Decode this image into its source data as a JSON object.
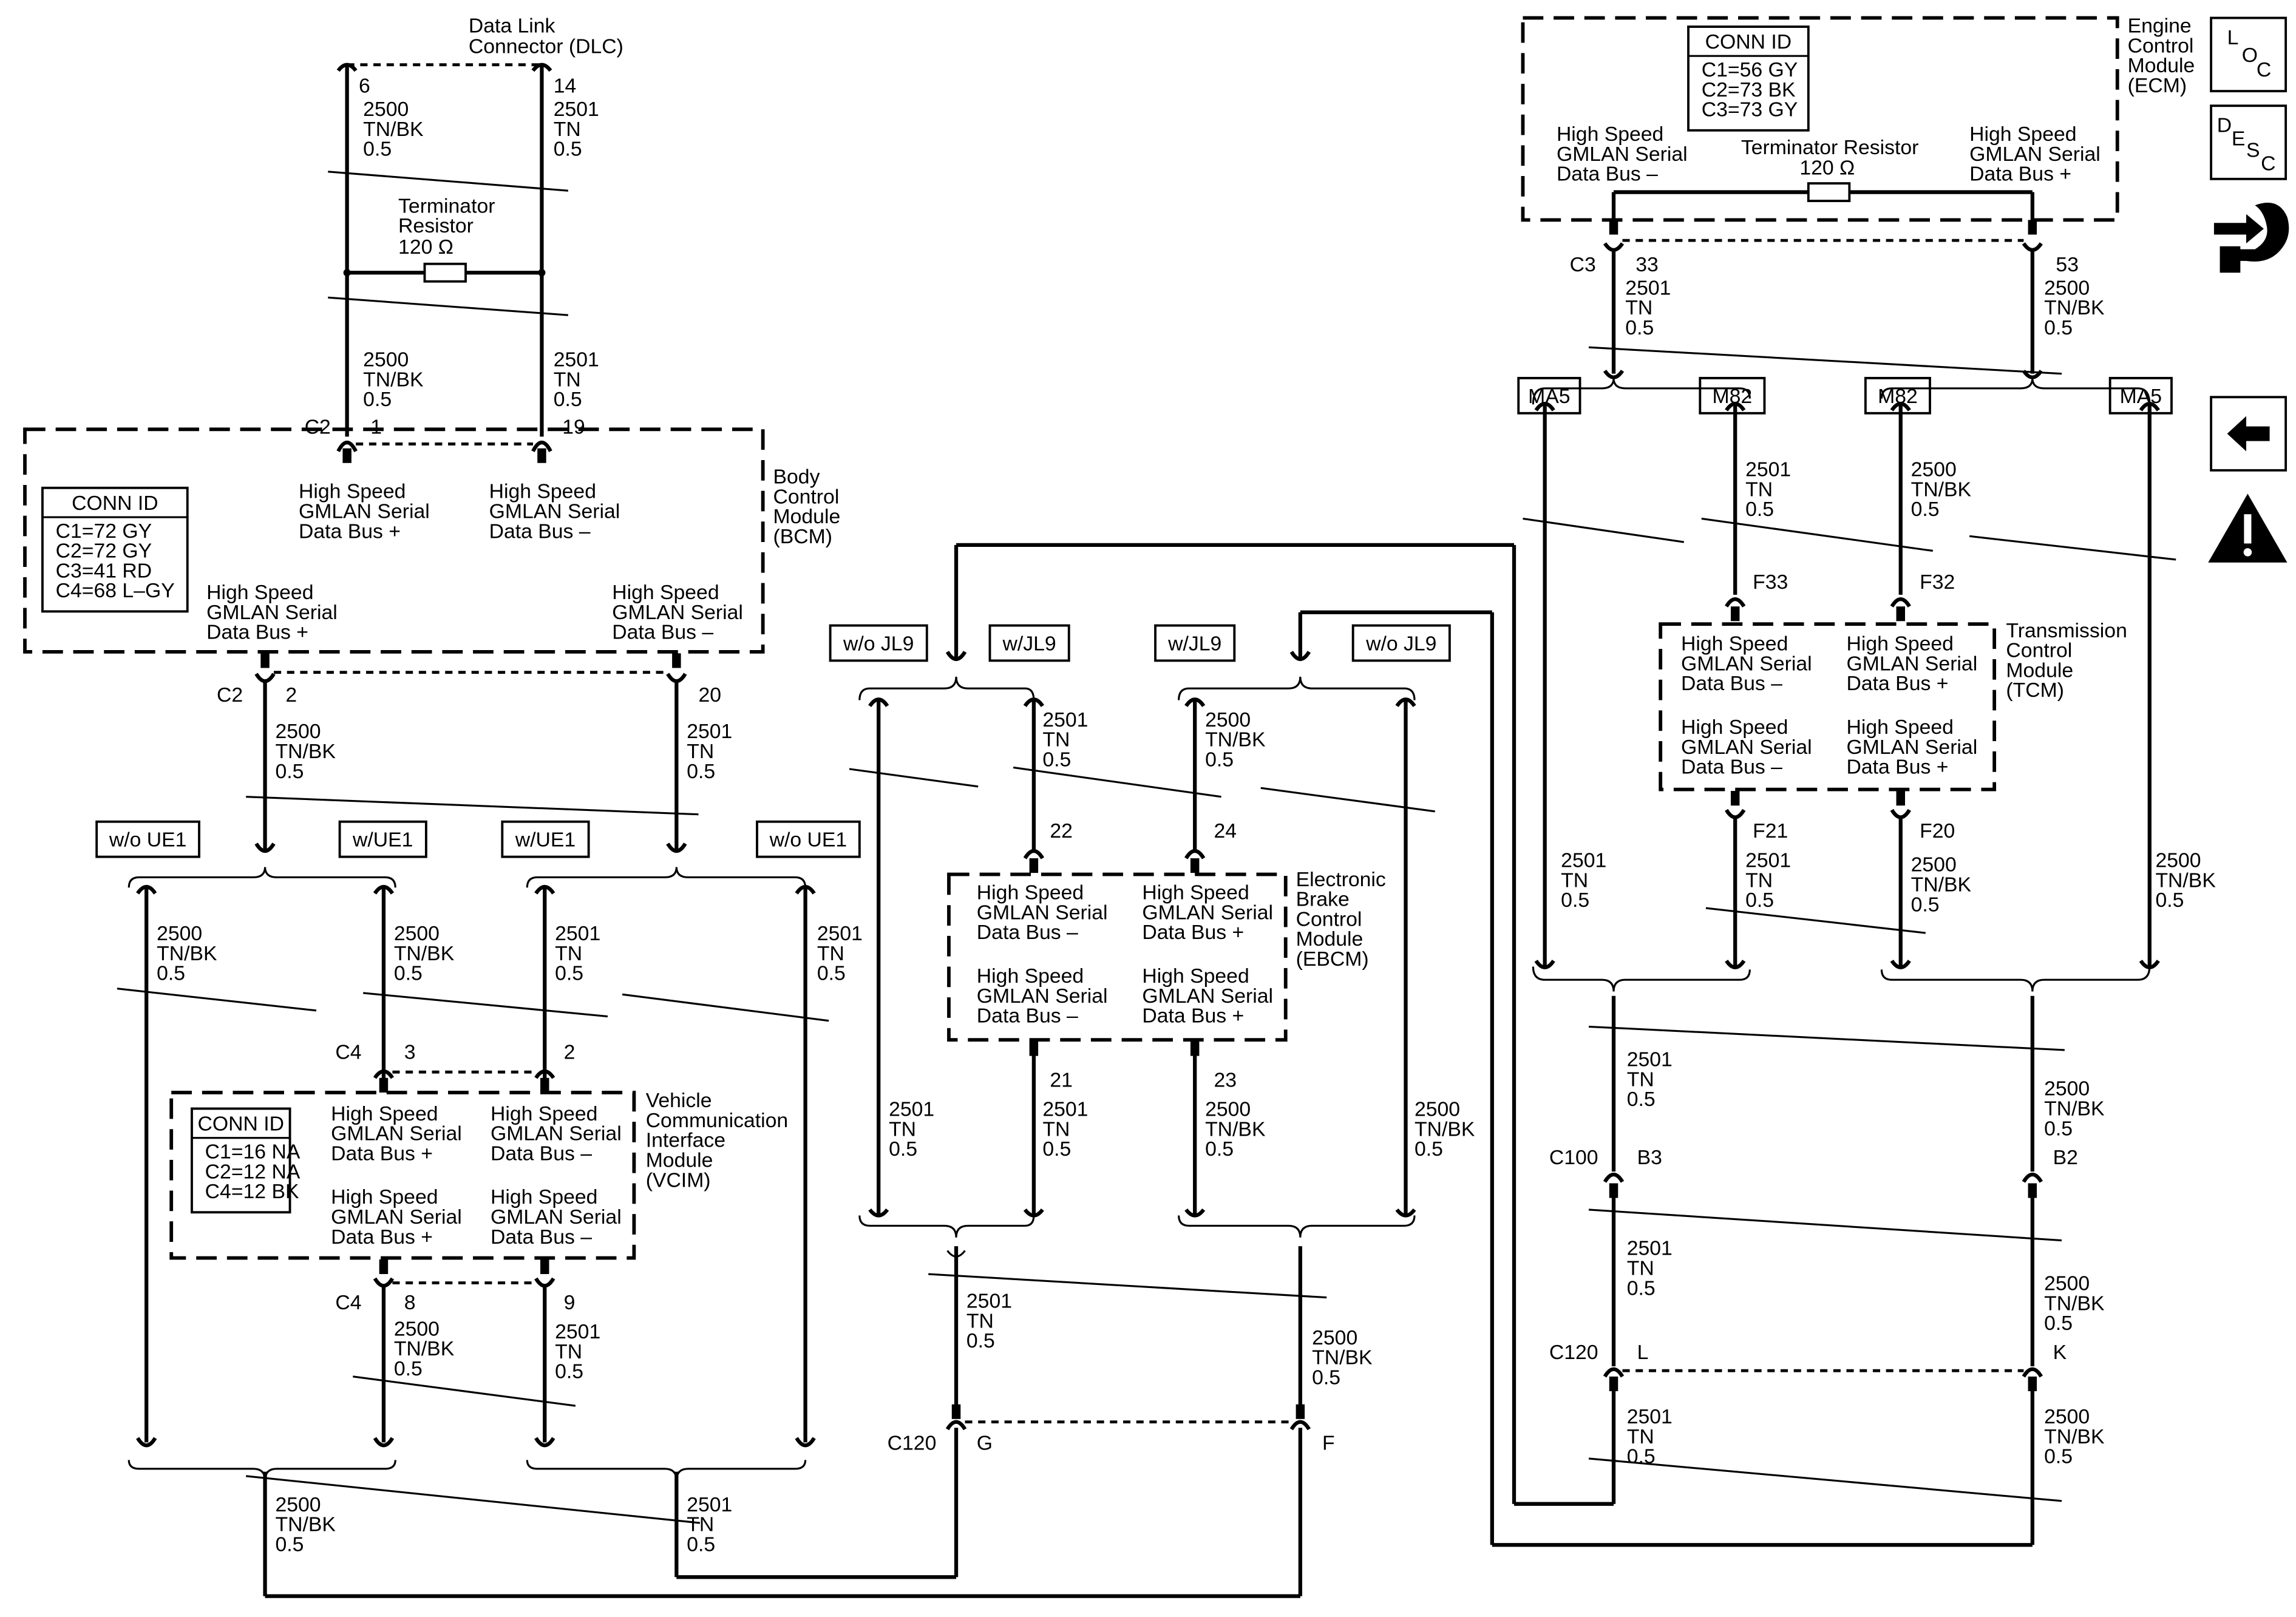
{
  "dlc": {
    "title": [
      "Data Link",
      "Connector (DLC)"
    ],
    "pin_left": "6",
    "pin_right": "14"
  },
  "wire_codes": {
    "neg": [
      "2500",
      "TN/BK",
      "0.5"
    ],
    "pos": [
      "2501",
      "TN",
      "0.5"
    ]
  },
  "terminator": {
    "label": [
      "Terminator",
      "Resistor"
    ],
    "value": "120 Ω",
    "ecm_label": "Terminator Resistor"
  },
  "bus": {
    "pos": [
      "High Speed",
      "GMLAN Serial",
      "Data Bus +"
    ],
    "neg": [
      "High Speed",
      "GMLAN Serial",
      "Data Bus –"
    ]
  },
  "bcm": {
    "name": [
      "Body",
      "Control",
      "Module",
      "(BCM)"
    ],
    "conn_header": "CONN ID",
    "conn_ids": [
      "C1=72 GY",
      "C2=72 GY",
      "C3=41 RD",
      "C4=68 L–GY"
    ],
    "top_conn": "C2",
    "top_pins": [
      "1",
      "19"
    ],
    "bottom_conn": "C2",
    "bottom_pins": [
      "2",
      "20"
    ]
  },
  "options": {
    "wo_ue1": "w/o UE1",
    "w_ue1": "w/UE1",
    "wo_jl9": "w/o JL9",
    "w_jl9": "w/JL9",
    "ma5": "MA5",
    "m82": "M82"
  },
  "vcim": {
    "name": [
      "Vehicle",
      "Communication",
      "Interface",
      "Module",
      "(VCIM)"
    ],
    "conn_header": "CONN ID",
    "conn_ids": [
      "C1=16 NA",
      "C2=12 NA",
      "C4=12 BK"
    ],
    "conn": "C4",
    "top_pins": [
      "3",
      "2"
    ],
    "bottom_pins": [
      "8",
      "9"
    ]
  },
  "ebcm": {
    "name": [
      "Electronic",
      "Brake",
      "Control",
      "Module",
      "(EBCM)"
    ],
    "top_pins": [
      "22",
      "24"
    ],
    "bottom_pins": [
      "21",
      "23"
    ]
  },
  "c120_left": {
    "conn": "C120",
    "pins": [
      "G",
      "F"
    ]
  },
  "ecm": {
    "name": [
      "Engine",
      "Control",
      "Module",
      "(ECM)"
    ],
    "conn_header": "CONN ID",
    "conn_ids": [
      "C1=56 GY",
      "C2=73 BK",
      "C3=73 GY"
    ],
    "conn": "C3",
    "pins": [
      "33",
      "53"
    ]
  },
  "tcm": {
    "name": [
      "Transmission",
      "Control",
      "Module",
      "(TCM)"
    ],
    "top_pins": [
      "F33",
      "F32"
    ],
    "bottom_pins": [
      "F21",
      "F20"
    ]
  },
  "c100": {
    "conn": "C100",
    "pins": [
      "B3",
      "B2"
    ]
  },
  "c120_right": {
    "conn": "C120",
    "pins": [
      "L",
      "K"
    ]
  },
  "side_buttons": [
    {
      "name": "loc-button",
      "icon": "loc-icon",
      "text": [
        "L",
        "O",
        "C"
      ]
    },
    {
      "name": "desc-button",
      "icon": "desc-icon",
      "text": [
        "D",
        "E",
        "S",
        "C"
      ]
    },
    {
      "name": "connector-view-button",
      "icon": "connector-hand-icon"
    },
    {
      "name": "back-button",
      "icon": "back-arrow-icon"
    },
    {
      "name": "warning-button",
      "icon": "warning-icon"
    }
  ]
}
